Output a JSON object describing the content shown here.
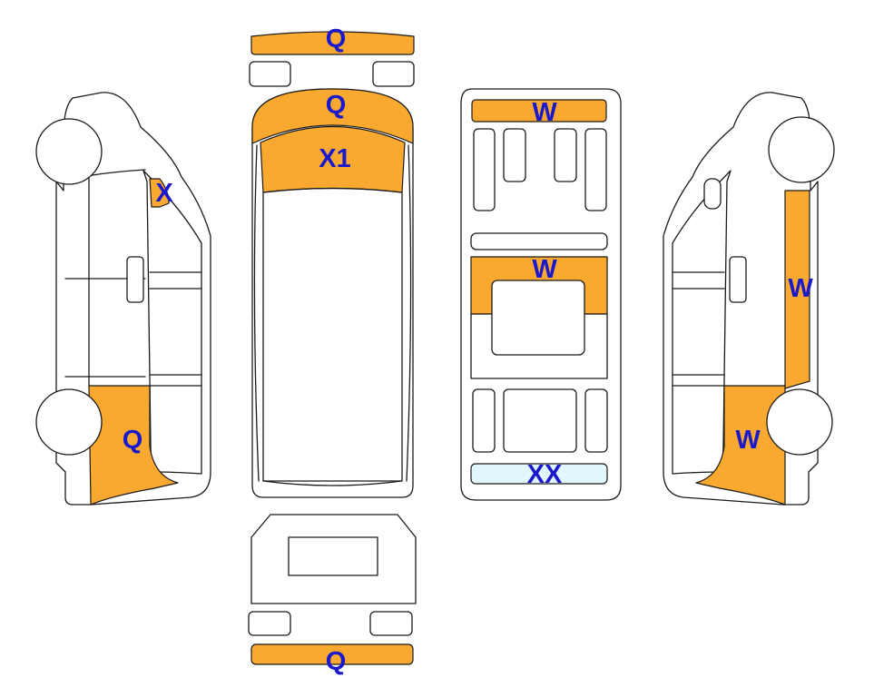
{
  "colors": {
    "outline": "#1a1a1a",
    "damage_fill": "#f9a92f",
    "light_fill": "#e2f7fc",
    "code_text": "#1a1acc"
  },
  "codes": {
    "front_bumper": "Q",
    "bonnet": "Q",
    "windscreen": "X1",
    "left_a_pillar": "X",
    "left_front_wing": "Q",
    "floor_front": "W",
    "floor_middle": "W",
    "floor_rear": "XX",
    "right_rocker": "W",
    "right_rear_wing": "W",
    "rear_bumper": "Q"
  }
}
